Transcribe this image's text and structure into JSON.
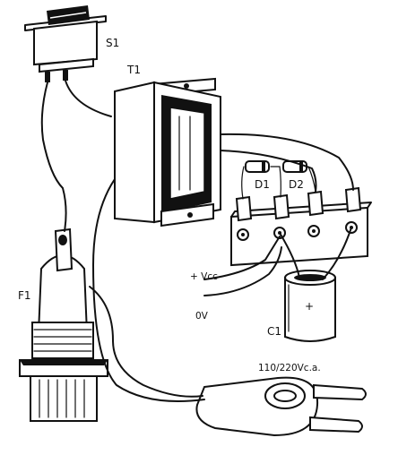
{
  "diagram": {
    "labels": {
      "switch": "S1",
      "transformer": "T1",
      "fuse": "F1",
      "diode1": "D1",
      "diode2": "D2",
      "capacitor": "C1",
      "vcc": "+ Vcc",
      "ground": "0V",
      "mains": "110/220Vc.a.",
      "cap_plus": "+"
    }
  }
}
